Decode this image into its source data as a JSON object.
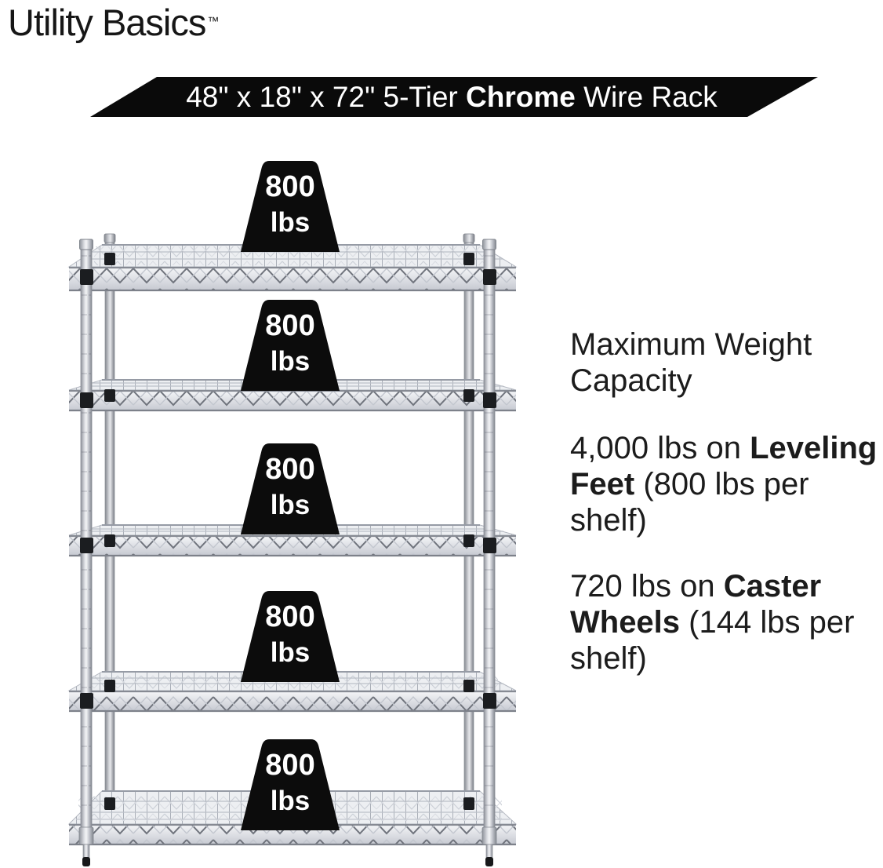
{
  "brand": {
    "name": "Utility Basics",
    "trademark": "™"
  },
  "banner": {
    "text_regular_prefix": "48\" x 18\" x 72\" 5-Tier ",
    "text_bold": "Chrome",
    "text_regular_suffix": " Wire Rack",
    "background_color": "#0a0a0a",
    "text_color": "#ffffff"
  },
  "rack": {
    "type": "5-tier chrome wire rack",
    "tier_count": 5,
    "finish": "Chrome"
  },
  "weights": [
    {
      "value": "800",
      "unit": "lbs"
    },
    {
      "value": "800",
      "unit": "lbs"
    },
    {
      "value": "800",
      "unit": "lbs"
    },
    {
      "value": "800",
      "unit": "lbs"
    },
    {
      "value": "800",
      "unit": "lbs"
    }
  ],
  "specs": {
    "heading": "Maximum Weight Capacity",
    "leveling": {
      "line1_regular": "4,000 lbs on ",
      "line1_bold": "Leveling",
      "line2_bold": "Feet",
      "line2_regular": " (800 lbs per",
      "line3_regular": "shelf)"
    },
    "caster": {
      "line1_regular": "720 lbs on ",
      "line1_bold": "Caster",
      "line2_bold": "Wheels",
      "line2_regular": " (144 lbs per",
      "line3_regular": "shelf)"
    }
  },
  "colors": {
    "badge_black": "#0c0c0c",
    "chrome_light": "#eef0f3",
    "chrome_dark": "#84888f",
    "text_black": "#161616"
  }
}
